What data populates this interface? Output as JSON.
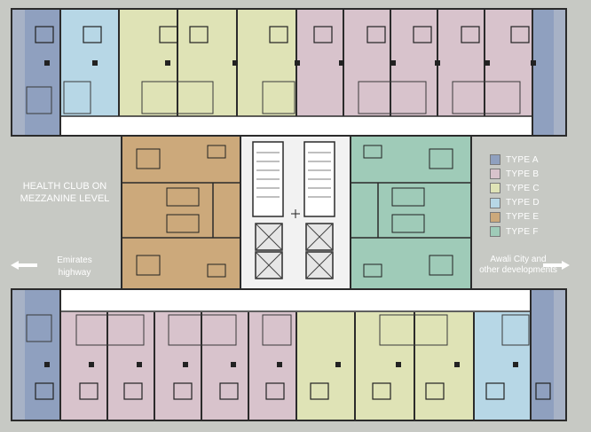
{
  "labels": {
    "health_club": "HEALTH CLUB ON MEZZANINE LEVEL",
    "left_destination": "Emirates highway",
    "right_destination": "Awali City and other developments"
  },
  "legend": [
    {
      "label": "TYPE A",
      "color": "#8fa0bf"
    },
    {
      "label": "TYPE B",
      "color": "#d8c3cc"
    },
    {
      "label": "TYPE C",
      "color": "#dfe3b6"
    },
    {
      "label": "TYPE D",
      "color": "#b7d7e6"
    },
    {
      "label": "TYPE E",
      "color": "#cca97b"
    },
    {
      "label": "TYPE F",
      "color": "#9fcbb8"
    }
  ],
  "colors": {
    "background": "#c7c9c4",
    "corridor": "#ffffff",
    "walls": "#2b2b2b",
    "core": "#f2f2f2"
  }
}
